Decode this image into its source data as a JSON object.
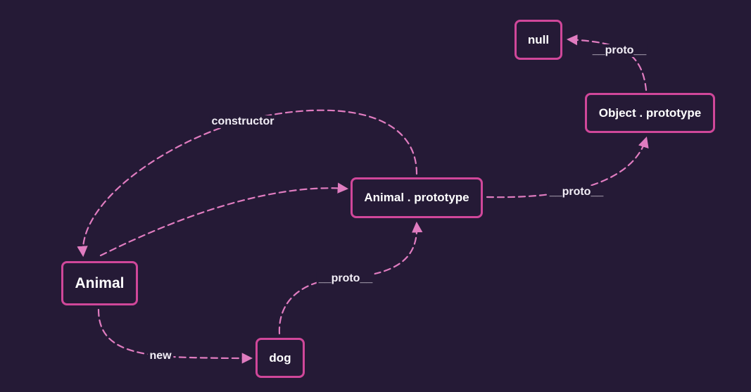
{
  "diagram": {
    "nodes": {
      "null": "null",
      "object_prototype": "Object . prototype",
      "animal_prototype": "Animal . prototype",
      "animal": "Animal",
      "dog": "dog"
    },
    "edges": {
      "null_proto": "__proto__",
      "constructor": "constructor",
      "animal_proto_proto": "__proto__",
      "dog_proto": "__proto__",
      "new": "new"
    },
    "colors": {
      "background": "#251a36",
      "node_border": "#d0479a",
      "edge": "#e07cc0",
      "text": "#ffffff"
    }
  }
}
